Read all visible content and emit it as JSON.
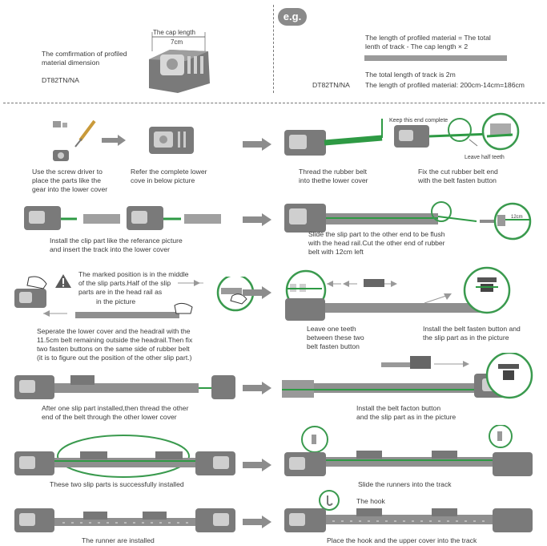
{
  "header": {
    "left": {
      "confirm_line1": "The comfirmation of profiled",
      "confirm_line2": "material dimension",
      "model": "DT82TN/NA",
      "cap_label": "The cap length",
      "cap_value": "7cm"
    },
    "right": {
      "badge": "e.g.",
      "formula_line1": "The length of profiled material = The total",
      "formula_line2": "lenth of track - The cap length × 2",
      "total_track": "The total length of track is 2m",
      "model": "DT82TN/NA",
      "profiled_length": "The length of profiled material: 200cm-14cm=186cm"
    }
  },
  "steps": {
    "s1": {
      "line1": "Use the screw driver to",
      "line2": "place the parts like the",
      "line3": "gear into the lower cover"
    },
    "s2": {
      "line1": "Refer the complete lower",
      "line2": "cove in below picture"
    },
    "s3": {
      "line1": "Thread the rubber belt",
      "line2": "into thethe lower cover"
    },
    "s4": {
      "line1": "Fix the cut rubber belt end",
      "line2": "with the belt fasten button",
      "keep": "Keep this end complete",
      "leave": "Leave half teeth"
    },
    "s5": {
      "line1": "Install the clip part like the referance picture",
      "line2": "and insert the track into the lower cover"
    },
    "s6": {
      "line1": "Slide the slip part to the other end to be flush",
      "line2": "with the head rail.Cut the other end of rubber",
      "line3": "belt with 12cm left",
      "measure": "12cm"
    },
    "s7": {
      "line1": "The marked position is in the middle",
      "line2": "of the slip parts.Half of the slip",
      "line3": "parts are in the head rail as",
      "line4": "in the picture"
    },
    "s8": {
      "line1": "Seperate the lower cover and the headrail with the",
      "line2": "11.5cm belt remaining outside the headrail.Then fix",
      "line3": "two fasten buttons on the same side of rubber belt",
      "line4": "(it is to figure out the position of the other slip part.)"
    },
    "s9": {
      "line1": "Leave one teeth",
      "line2": "between these two",
      "line3": "belt fasten button"
    },
    "s10": {
      "line1": "Install the belt fasten button and",
      "line2": "the slip part as in the picture"
    },
    "s11": {
      "line1": "After one slip part installed,then thread the other",
      "line2": "end of the belt through the other lower cover"
    },
    "s12": {
      "line1": "Install the belt facton button",
      "line2": "and the slip part as in the picture"
    },
    "s13": {
      "line1": "These two slip parts is successfully installed"
    },
    "s14": {
      "line1": "Slide the runners into the track"
    },
    "s15": {
      "line1": "The runner are installed"
    },
    "s16": {
      "line1": "Place the hook and the upper cover into the track",
      "hook": "The hook"
    }
  },
  "colors": {
    "belt": "#2e9a44",
    "circle": "#3a9a4e",
    "rail": "#8f8f8f",
    "cap": "#6f6f6f",
    "arrow": "#8c8c8c",
    "warn": "#5a5a5a"
  }
}
